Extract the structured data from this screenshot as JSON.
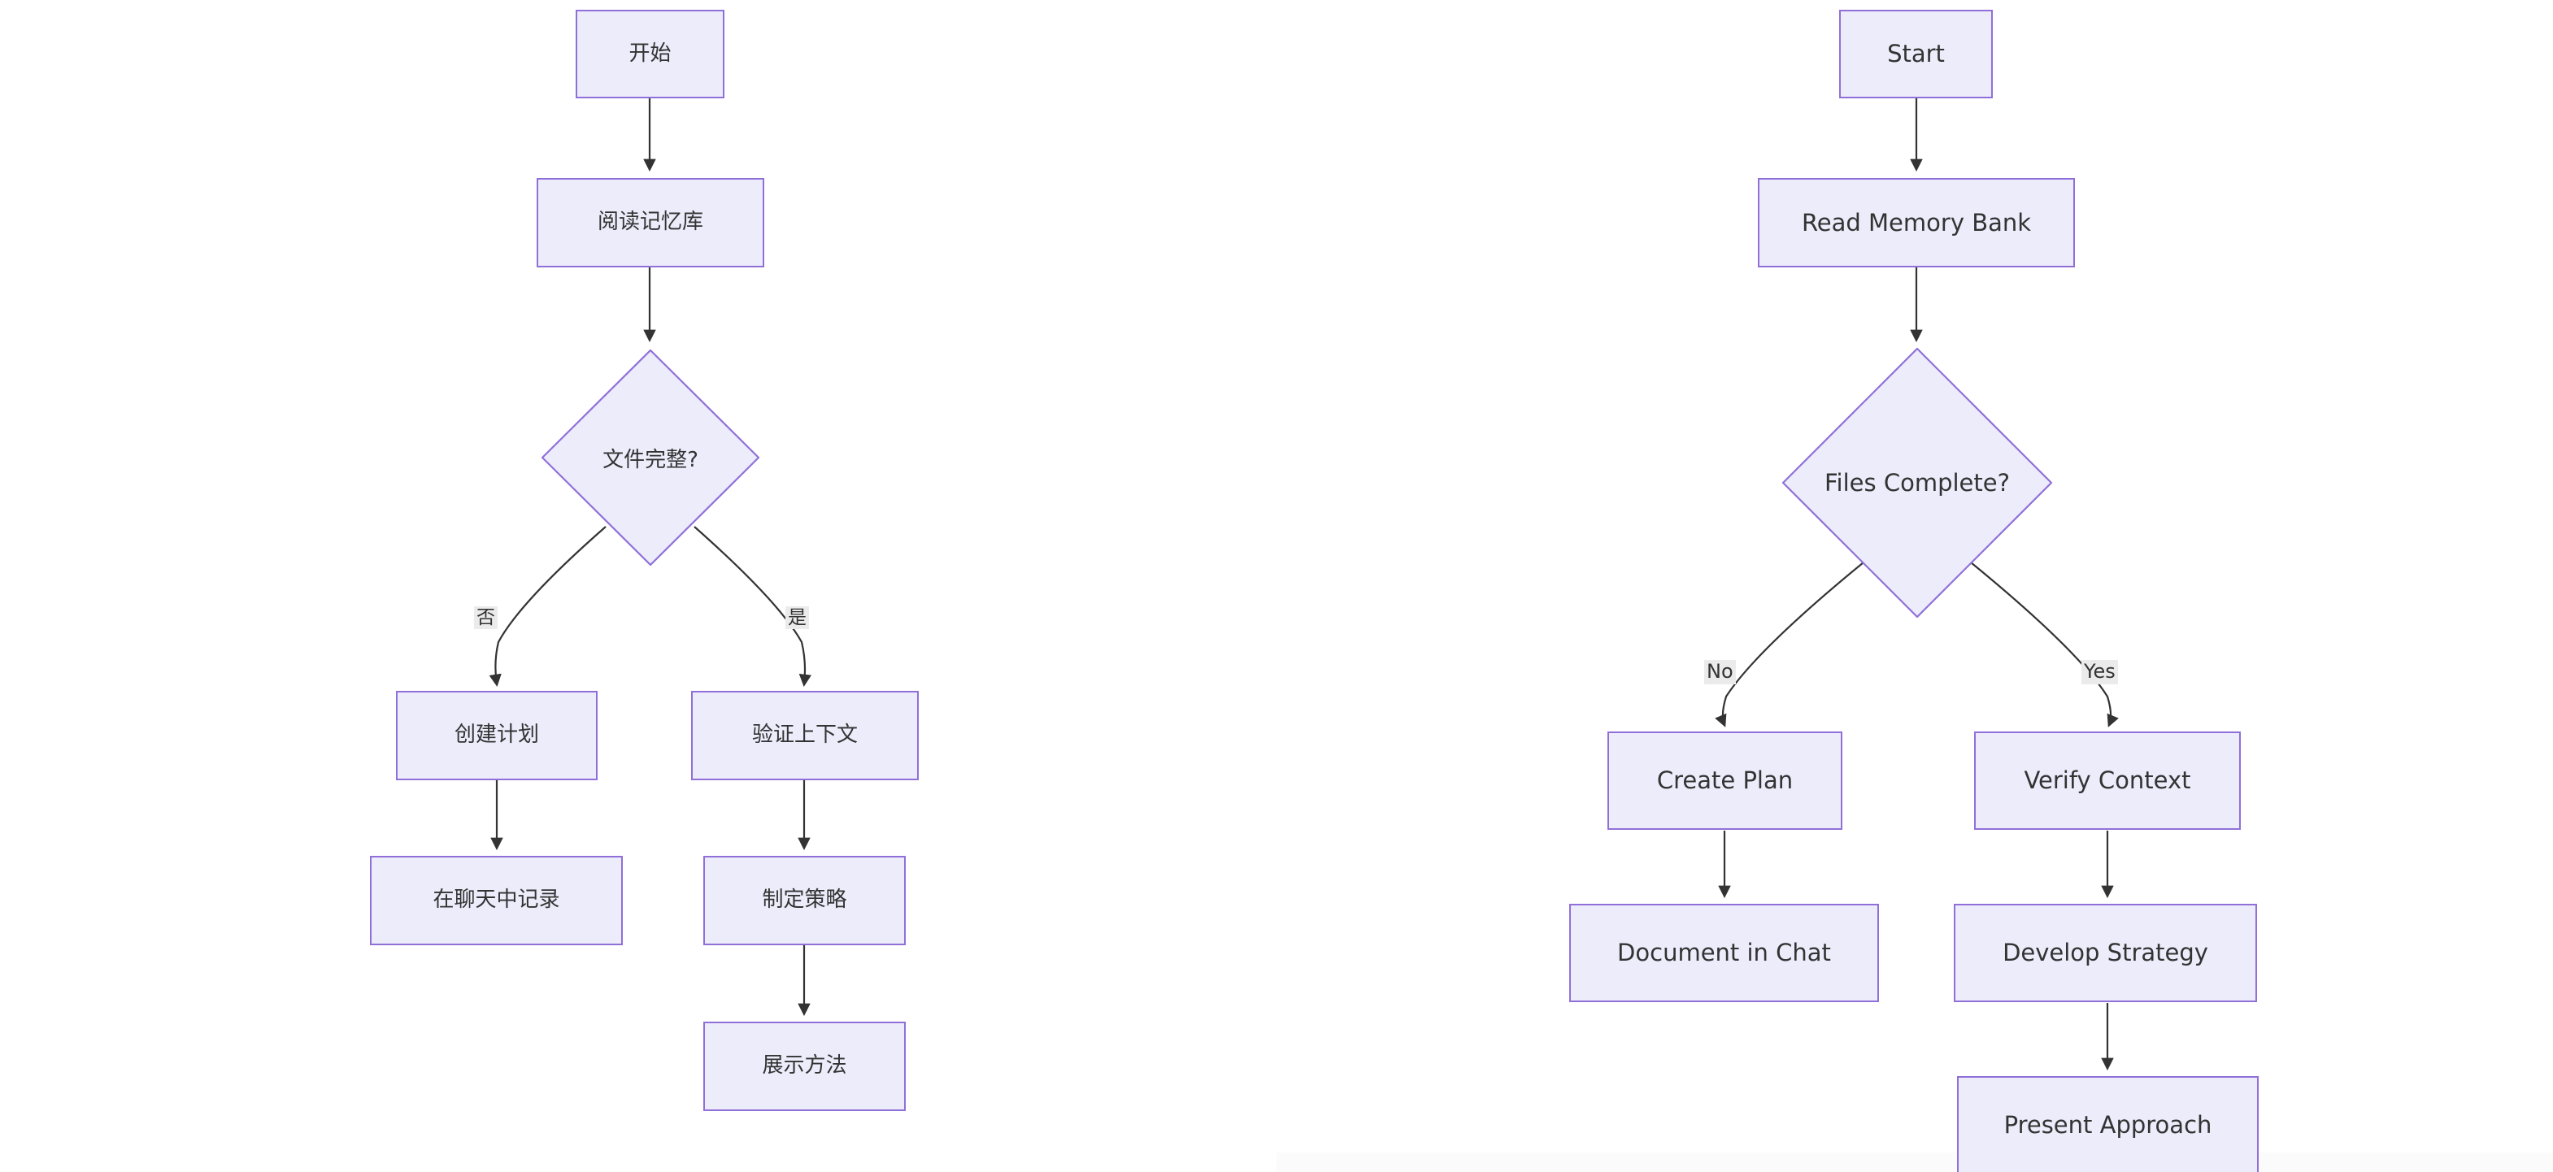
{
  "diagram": {
    "type": "flowchart",
    "background_color": "#ffffff",
    "node_fill": "#ececfb",
    "node_border": "#9070d8",
    "edge_color": "#333333",
    "edge_label_bg": "#ebebeb",
    "text_color": "#333333",
    "charts": [
      {
        "id": "chart-chinese",
        "language": "zh",
        "nodes": [
          {
            "id": "start",
            "label": "开始",
            "shape": "rect"
          },
          {
            "id": "read",
            "label": "阅读记忆库",
            "shape": "rect"
          },
          {
            "id": "decision",
            "label": "文件完整?",
            "shape": "diamond"
          },
          {
            "id": "plan",
            "label": "创建计划",
            "shape": "rect"
          },
          {
            "id": "verify",
            "label": "验证上下文",
            "shape": "rect"
          },
          {
            "id": "document",
            "label": "在聊天中记录",
            "shape": "rect"
          },
          {
            "id": "strategy",
            "label": "制定策略",
            "shape": "rect"
          },
          {
            "id": "present",
            "label": "展示方法",
            "shape": "rect"
          }
        ],
        "edges": [
          {
            "from": "start",
            "to": "read",
            "label": ""
          },
          {
            "from": "read",
            "to": "decision",
            "label": ""
          },
          {
            "from": "decision",
            "to": "plan",
            "label": "否"
          },
          {
            "from": "decision",
            "to": "verify",
            "label": "是"
          },
          {
            "from": "plan",
            "to": "document",
            "label": ""
          },
          {
            "from": "verify",
            "to": "strategy",
            "label": ""
          },
          {
            "from": "strategy",
            "to": "present",
            "label": ""
          }
        ]
      },
      {
        "id": "chart-english",
        "language": "en",
        "nodes": [
          {
            "id": "start",
            "label": "Start",
            "shape": "rect"
          },
          {
            "id": "read",
            "label": "Read Memory Bank",
            "shape": "rect"
          },
          {
            "id": "decision",
            "label": "Files Complete?",
            "shape": "diamond"
          },
          {
            "id": "plan",
            "label": "Create Plan",
            "shape": "rect"
          },
          {
            "id": "verify",
            "label": "Verify Context",
            "shape": "rect"
          },
          {
            "id": "document",
            "label": "Document in Chat",
            "shape": "rect"
          },
          {
            "id": "strategy",
            "label": "Develop Strategy",
            "shape": "rect"
          },
          {
            "id": "present",
            "label": "Present Approach",
            "shape": "rect"
          }
        ],
        "edges": [
          {
            "from": "start",
            "to": "read",
            "label": ""
          },
          {
            "from": "read",
            "to": "decision",
            "label": ""
          },
          {
            "from": "decision",
            "to": "plan",
            "label": "No"
          },
          {
            "from": "decision",
            "to": "verify",
            "label": "Yes"
          },
          {
            "from": "plan",
            "to": "document",
            "label": ""
          },
          {
            "from": "verify",
            "to": "strategy",
            "label": ""
          },
          {
            "from": "strategy",
            "to": "present",
            "label": ""
          }
        ]
      }
    ]
  }
}
